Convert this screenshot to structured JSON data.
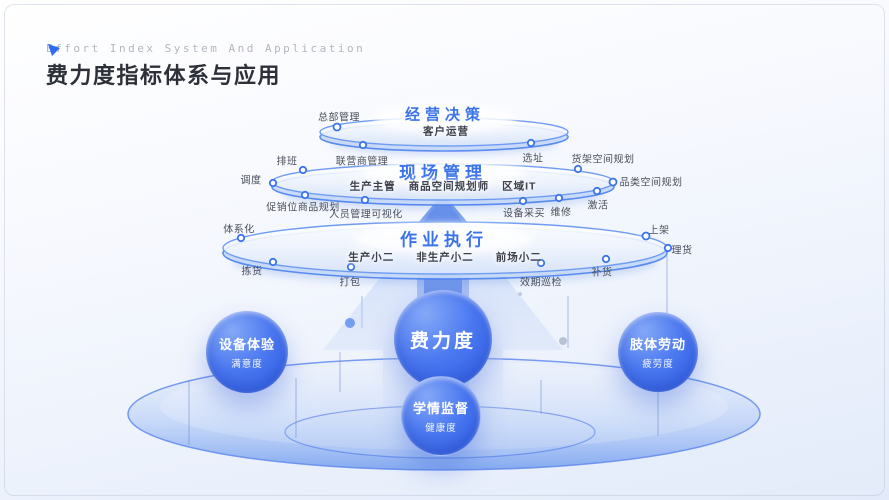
{
  "header": {
    "subtitle_en": "Effort Index System And Application",
    "title": "费力度指标体系与应用"
  },
  "tiers": [
    {
      "name": "经营决策",
      "roles": [
        "客户运营"
      ],
      "nodes": [
        "总部管理",
        "联营商管理",
        "选址"
      ]
    },
    {
      "name": "现场管理",
      "roles": [
        "生产主管",
        "商品空间规划师",
        "区域IT"
      ],
      "nodes": [
        "排班",
        "调度",
        "促销位商品规划",
        "人员管理可视化",
        "货架空间规划",
        "品类空间规划",
        "激活",
        "维修",
        "设备采买"
      ]
    },
    {
      "name": "作业执行",
      "roles": [
        "生产小二",
        "非生产小二",
        "前场小二"
      ],
      "nodes": [
        "体系化",
        "拣货",
        "打包",
        "效期巡检",
        "补货",
        "上架",
        "理货"
      ]
    }
  ],
  "bubbles": {
    "center": {
      "title": "费力度"
    },
    "left": {
      "title": "设备体验",
      "metric": "满意度"
    },
    "right": {
      "title": "肢体劳动",
      "metric": "疲劳度"
    },
    "bottom": {
      "title": "学情监督",
      "metric": "健康度"
    }
  },
  "colors": {
    "accent": "#3b74ea",
    "title_text": "#2d3038",
    "subtitle_text": "#b2b6bf",
    "bubble_blue": "#3a6cf0",
    "platform_blue": "#8fb2f2"
  }
}
